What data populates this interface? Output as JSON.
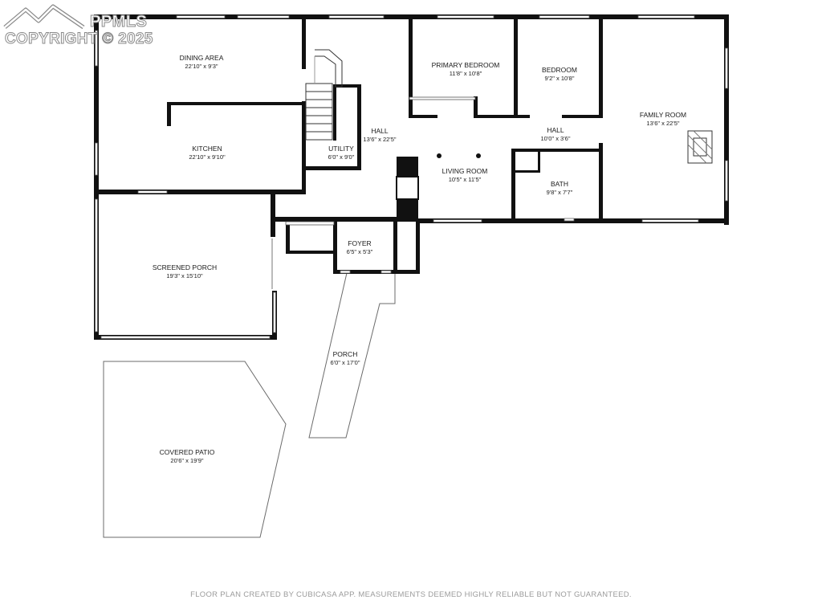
{
  "watermark": {
    "brand": "PPMLS",
    "copyright": "COPYRIGHT © 2025",
    "logo_icon": "mountain-logo-icon"
  },
  "rooms": [
    {
      "id": "dining-area",
      "name": "DINING AREA",
      "dims": "22'10\" x 9'3\""
    },
    {
      "id": "kitchen",
      "name": "KITCHEN",
      "dims": "22'10\" x 9'10\""
    },
    {
      "id": "utility",
      "name": "UTILITY",
      "dims": "6'0\" x 9'0\""
    },
    {
      "id": "hall-main",
      "name": "HALL",
      "dims": "13'6\" x 22'5\""
    },
    {
      "id": "primary-bedroom",
      "name": "PRIMARY BEDROOM",
      "dims": "11'8\" x 10'8\""
    },
    {
      "id": "bedroom",
      "name": "BEDROOM",
      "dims": "9'2\" x 10'8\""
    },
    {
      "id": "family-room",
      "name": "FAMILY ROOM",
      "dims": "13'6\" x 22'5\""
    },
    {
      "id": "hall-small",
      "name": "HALL",
      "dims": "10'0\" x 3'6\""
    },
    {
      "id": "living-room",
      "name": "LIVING ROOM",
      "dims": "10'5\" x 11'5\""
    },
    {
      "id": "bath",
      "name": "BATH",
      "dims": "9'8\" x 7'7\""
    },
    {
      "id": "foyer",
      "name": "FOYER",
      "dims": "6'5\" x 5'3\""
    },
    {
      "id": "screened-porch",
      "name": "SCREENED PORCH",
      "dims": "19'3\" x 15'10\""
    },
    {
      "id": "porch",
      "name": "PORCH",
      "dims": "6'0\" x 17'0\""
    },
    {
      "id": "covered-patio",
      "name": "COVERED PATIO",
      "dims": "20'6\" x 19'9\""
    }
  ],
  "footer": "FLOOR PLAN CREATED BY CUBICASA APP. MEASUREMENTS DEEMED HIGHLY RELIABLE BUT NOT GUARANTEED."
}
